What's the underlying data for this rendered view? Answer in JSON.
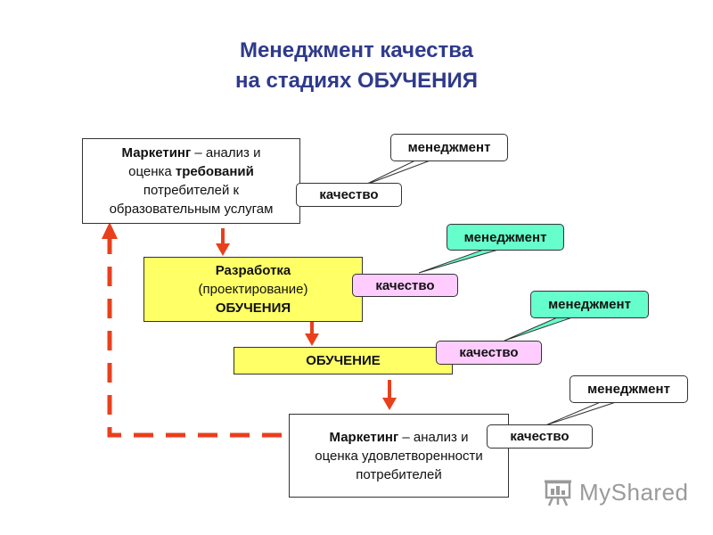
{
  "title": {
    "line1": "Менеджмент качества",
    "line2": "на стадиях ОБУЧЕНИЯ"
  },
  "stages": {
    "marketing_needs": {
      "bold1": "Маркетинг",
      "text1": " – анализ и",
      "text2": "оценка ",
      "bold2": "требований",
      "text3": "потребителей к",
      "text4": "образовательным услугам"
    },
    "design": {
      "bold1": "Разработка",
      "text1": "(проектирование)",
      "bold2": "ОБУЧЕНИЯ"
    },
    "training": {
      "bold1": "ОБУЧЕНИЕ"
    },
    "marketing_satisfaction": {
      "bold1": "Маркетинг",
      "text1": " – анализ и",
      "text2": "оценка  удовлетворенности",
      "text3": "потребителей"
    }
  },
  "callouts": [
    {
      "quality": "качество",
      "management": "менеджмент"
    },
    {
      "quality": "качество",
      "management": "менеджмент"
    },
    {
      "quality": "качество",
      "management": "менеджмент"
    },
    {
      "quality": "качество",
      "management": "менеджмент"
    }
  ],
  "watermark": {
    "text": "MyShared"
  },
  "colors": {
    "title": "#2e3a8c",
    "design_fill": "#ffff66",
    "quality_pink": "#ffccff",
    "management_green": "#66ffcc",
    "arrow_red": "#e8401c",
    "feedback_dashes": "#e8401c"
  }
}
